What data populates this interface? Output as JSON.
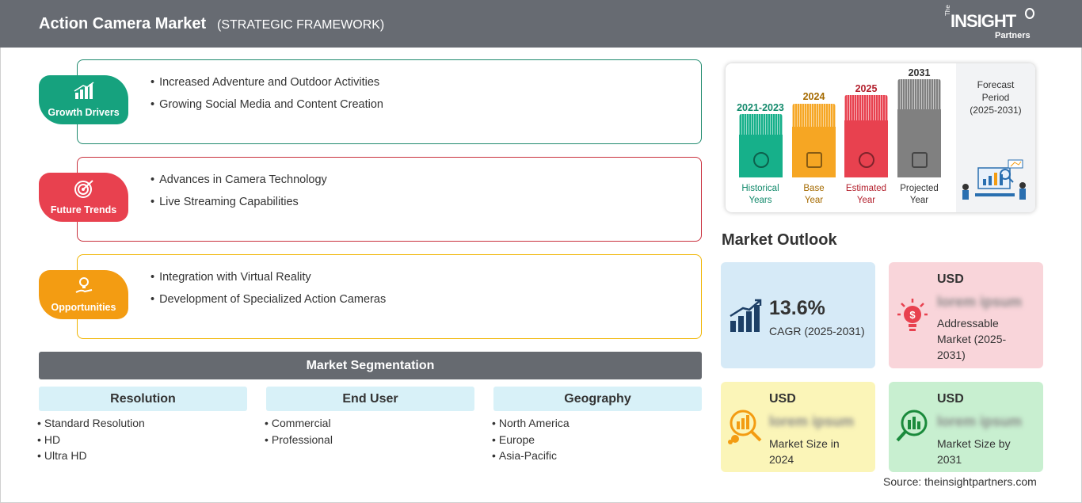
{
  "header": {
    "title": "Action Camera Market",
    "subtitle": "(STRATEGIC FRAMEWORK)",
    "logo": {
      "the": "The",
      "insight": "INSIGHT",
      "partners": "Partners"
    }
  },
  "framework": [
    {
      "label": "Growth Drivers",
      "icon": "chart-growth-icon",
      "color": "#16a27e",
      "border": "#1f8a6e",
      "items": [
        "Increased Adventure and Outdoor Activities",
        "Growing Social Media and Content Creation"
      ]
    },
    {
      "label": "Future Trends",
      "icon": "target-icon",
      "color": "#e8414f",
      "border": "#c9303d",
      "items": [
        "Advances in Camera Technology",
        "Live Streaming Capabilities"
      ]
    },
    {
      "label": "Opportunities",
      "icon": "lightbulb-hand-icon",
      "color": "#f39c12",
      "border": "#f0b400",
      "items": [
        "Integration with Virtual Reality",
        "Development of Specialized Action Cameras"
      ]
    }
  ],
  "segmentation": {
    "title": "Market Segmentation",
    "columns": [
      {
        "heading": "Resolution",
        "items": [
          "Standard Resolution",
          "HD",
          "Ultra HD"
        ]
      },
      {
        "heading": "End User",
        "items": [
          "Commercial",
          "Professional"
        ]
      },
      {
        "heading": "Geography",
        "items": [
          "North America",
          "Europe",
          "Asia-Pacific"
        ]
      }
    ]
  },
  "timeline": {
    "periods": [
      {
        "year": "2021-2023",
        "line1": "Historical",
        "line2": "Years",
        "color": "#16b08a",
        "textColor": "#138a6c",
        "icon": "history-icon"
      },
      {
        "year": "2024",
        "line1": "Base",
        "line2": "Year",
        "color": "#f6a623",
        "textColor": "#a56a00",
        "icon": "calendar-icon"
      },
      {
        "year": "2025",
        "line1": "Estimated",
        "line2": "Year",
        "color": "#e8414f",
        "textColor": "#b3202d",
        "icon": "gear-money-icon"
      },
      {
        "year": "2031",
        "line1": "Projected",
        "line2": "Year",
        "color": "#808080",
        "textColor": "#333333",
        "icon": "presentation-chart-icon"
      }
    ],
    "forecast": {
      "line1": "Forecast",
      "line2": "Period",
      "line3": "(2025-2031)"
    }
  },
  "outlook": {
    "title": "Market Outlook",
    "cagr": {
      "value": "13.6%",
      "label": "CAGR (2025-2031)",
      "bg": "#d6eaf7",
      "icon": "bar-growth-icon"
    },
    "addressable": {
      "currency": "USD",
      "value": "lorem ipsum",
      "line1": "Addressable",
      "line2": "Market (2025-",
      "line3": "2031)",
      "bg": "#f9d5da",
      "icon": "idea-dollar-icon"
    },
    "size2024": {
      "currency": "USD",
      "value": "lorem ipsum",
      "line1": "Market Size in",
      "line2": "2024",
      "bg": "#fbf5b8",
      "icon": "coins-search-icon"
    },
    "size2031": {
      "currency": "USD",
      "value": "lorem ipsum",
      "line1": "Market Size by",
      "line2": "2031",
      "bg": "#c8efd0",
      "icon": "bars-search-icon"
    }
  },
  "source": "Source: theinsightpartners.com"
}
